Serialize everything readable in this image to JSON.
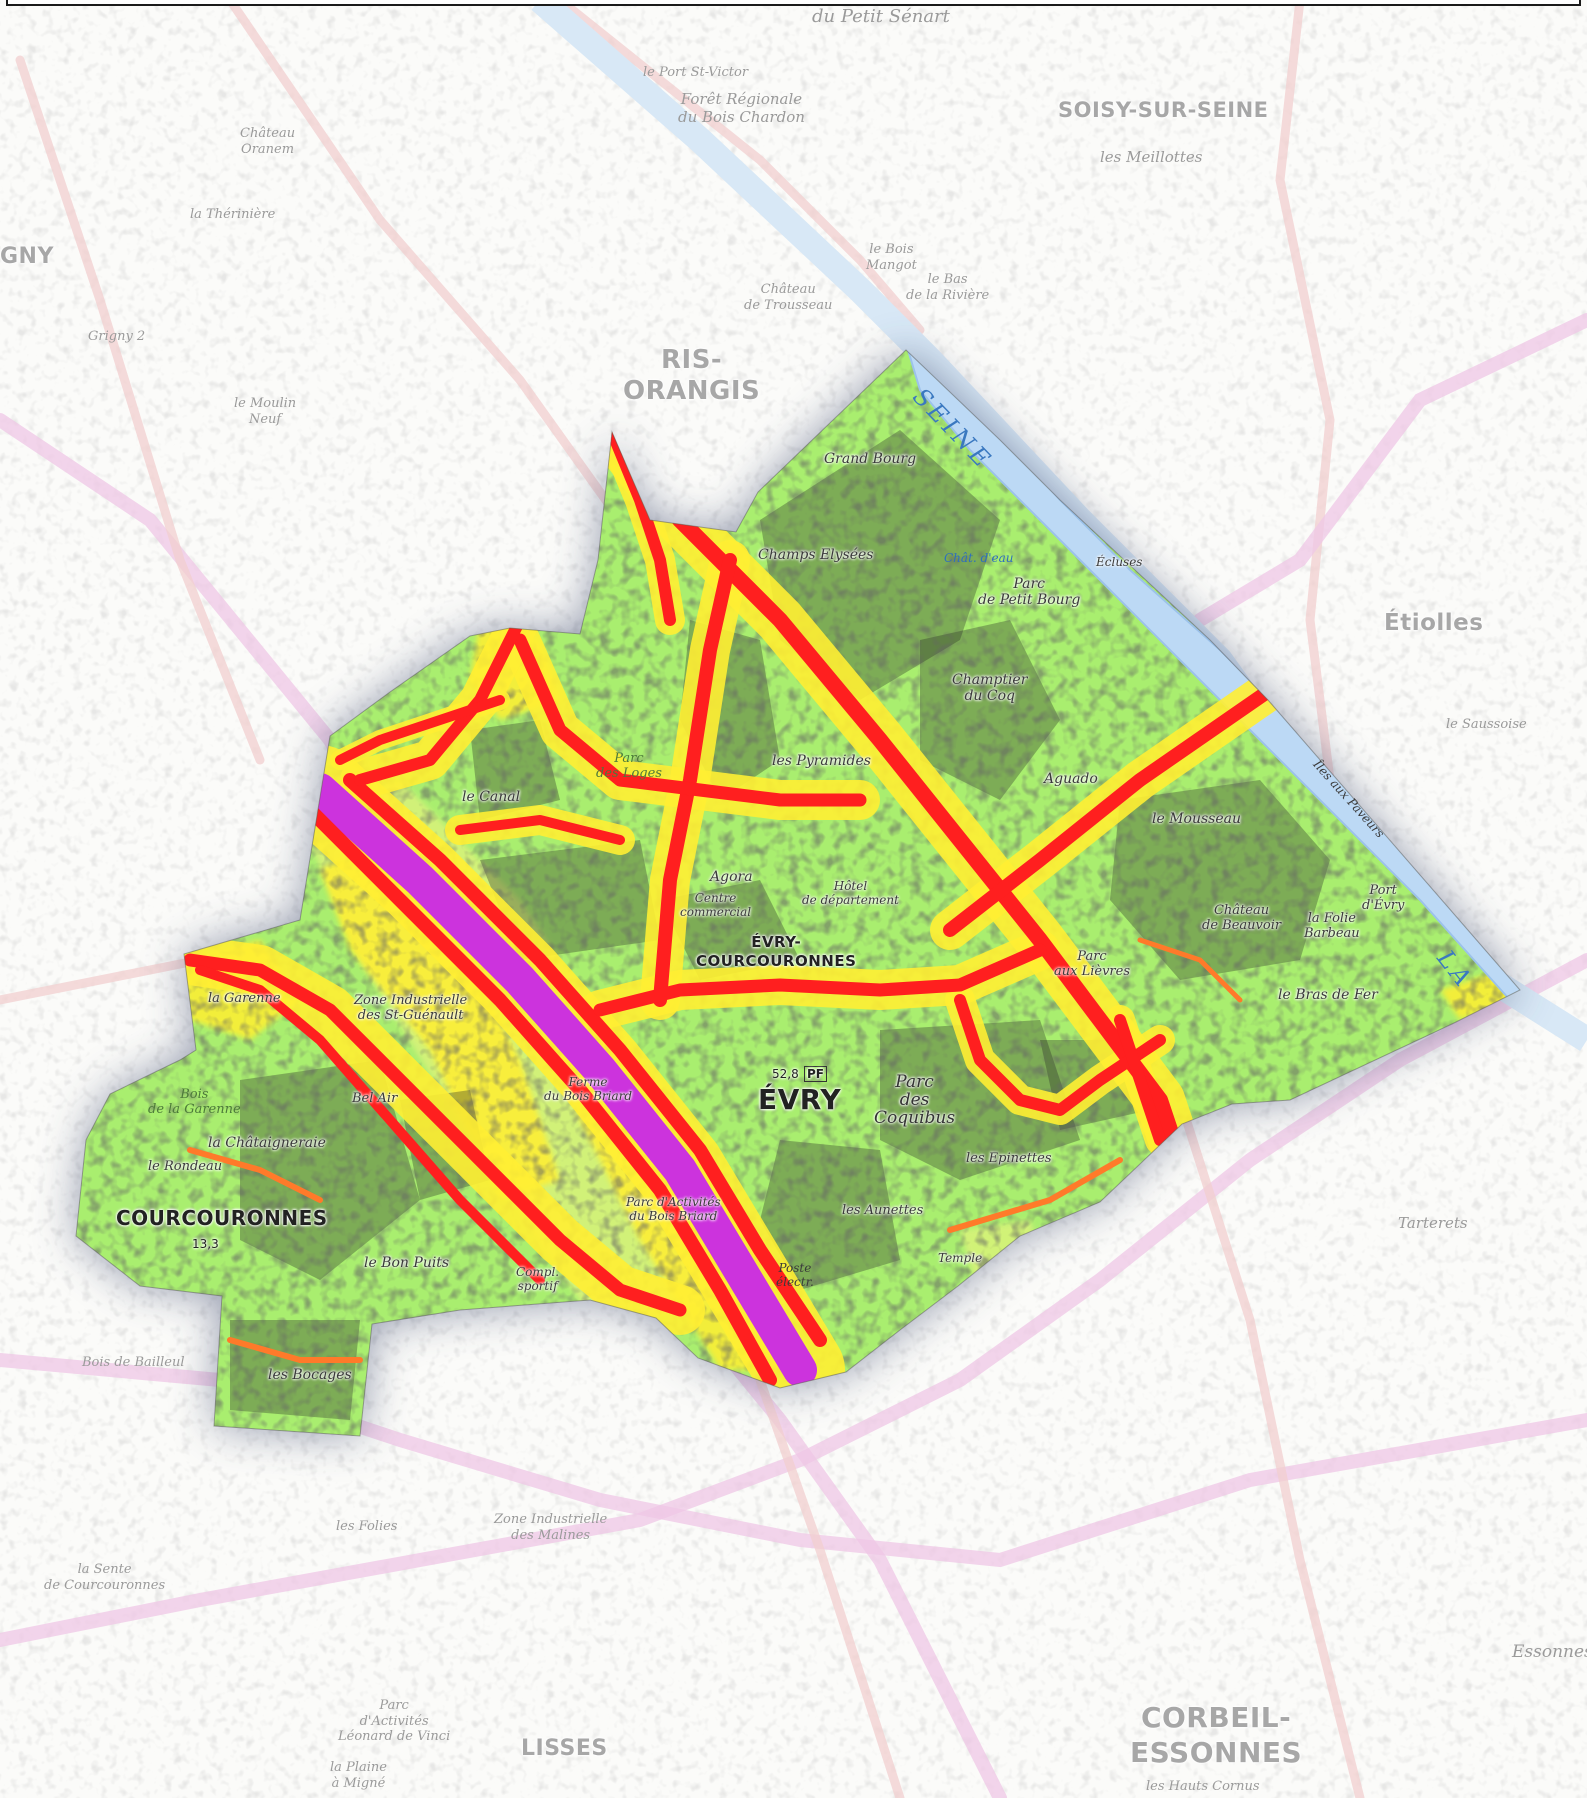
{
  "colors": {
    "background": "#fbfbf9",
    "zone_fill": "#a9ee6f",
    "zone_halo": "#3d4a6e",
    "level_low": "#d9f27a",
    "level_mid": "#ffee33",
    "level_high": "#ff1f1f",
    "level_top": "#cc33dd",
    "water": "#bcd9f5",
    "buildings": "#222222",
    "roads_faint": "#e9b9b9"
  },
  "labels": {
    "outside": [
      {
        "id": "soisy",
        "text": "SOISY-SUR-SEINE"
      },
      {
        "id": "ris",
        "text": "RIS-\nORANGIS"
      },
      {
        "id": "etiolles",
        "text": "Étiolles"
      },
      {
        "id": "lisses",
        "text": "LISSES"
      },
      {
        "id": "corbeil",
        "text": "CORBEIL-\nESSONNES"
      },
      {
        "id": "grigny",
        "text": "GNY"
      },
      {
        "id": "tarterets",
        "text": "Tarterets"
      },
      {
        "id": "petit-senart",
        "text": "du Petit Sénart"
      },
      {
        "id": "port-st-victor",
        "text": "le Port St-Victor"
      },
      {
        "id": "bois-chardon",
        "text": "Forêt Régionale\ndu Bois Chardon"
      },
      {
        "id": "meillottes",
        "text": "les Meillottes"
      },
      {
        "id": "chateau-trousseau",
        "text": "Château\nde Trousseau"
      },
      {
        "id": "bois-mangot",
        "text": "le Bois\nMangot"
      },
      {
        "id": "bas-riviere",
        "text": "le Bas\nde la Rivière"
      },
      {
        "id": "bois-bailleul",
        "text": "Bois de Bailleul"
      },
      {
        "id": "sente",
        "text": "la Sente\nde Courcouronnes"
      },
      {
        "id": "leonard",
        "text": "Parc\nd'Activités\nLéonard de Vinci"
      },
      {
        "id": "plaine-mignes",
        "text": "la Plaine\nà Migné"
      },
      {
        "id": "folies",
        "text": "les Folies"
      },
      {
        "id": "zi-malines",
        "text": "Zone Industrielle\ndes Malines"
      },
      {
        "id": "grigny2",
        "text": "Grigny 2"
      },
      {
        "id": "moulin",
        "text": "le Moulin\nNeuf"
      },
      {
        "id": "chateau-oranem",
        "text": "Château\nOranem"
      },
      {
        "id": "theriniere",
        "text": "la Thérinière"
      },
      {
        "id": "essonnes",
        "text": "Essonnes"
      },
      {
        "id": "hauts-cornus",
        "text": "les Hauts Cornus"
      },
      {
        "id": "sauldon",
        "text": "le Saussoise"
      }
    ],
    "inside": [
      {
        "id": "grand-bourg",
        "text": "Grand Bourg"
      },
      {
        "id": "champs-elysees",
        "text": "Champs Elysées"
      },
      {
        "id": "parc-petit-bourg",
        "text": "Parc\nde Petit Bourg"
      },
      {
        "id": "champtier",
        "text": "Champtier\ndu Coq"
      },
      {
        "id": "pyramides",
        "text": "les Pyramides"
      },
      {
        "id": "parc-loges",
        "text": "Parc\ndes Loges"
      },
      {
        "id": "le-canal",
        "text": "le Canal"
      },
      {
        "id": "aguado",
        "text": "Aguado"
      },
      {
        "id": "mousseau",
        "text": "le Mousseau"
      },
      {
        "id": "agora",
        "text": "Agora"
      },
      {
        "id": "centre-commercial",
        "text": "Centre\ncommercial"
      },
      {
        "id": "hotel-dept",
        "text": "Hôtel\nde département"
      },
      {
        "id": "evry-courcouronnes",
        "text": "ÉVRY-\nCOURCOURONNES"
      },
      {
        "id": "chateau-beauvoir",
        "text": "Château\nde Beauvoir"
      },
      {
        "id": "folie-barbeau",
        "text": "la Folie\nBarbeau"
      },
      {
        "id": "port-evry",
        "text": "Port\nd'Évry"
      },
      {
        "id": "parc-lievres",
        "text": "Parc\naux Lièvres"
      },
      {
        "id": "bras-de-fer",
        "text": "le Bras de Fer"
      },
      {
        "id": "zi-st-guenault",
        "text": "Zone Industrielle\ndes St-Guénault"
      },
      {
        "id": "garenne",
        "text": "la Garenne"
      },
      {
        "id": "bois-garenne",
        "text": "Bois\nde la Garenne"
      },
      {
        "id": "bel-air",
        "text": "Bel Air"
      },
      {
        "id": "chataigneraie",
        "text": "la Châtaigneraie"
      },
      {
        "id": "rondeau",
        "text": "le Rondeau"
      },
      {
        "id": "courcouronnes",
        "text": "COURCOURONNES"
      },
      {
        "id": "alt-133",
        "text": "13,3"
      },
      {
        "id": "bon-puits",
        "text": "le Bon Puits"
      },
      {
        "id": "compl-sportif",
        "text": "Compl.\nsportif"
      },
      {
        "id": "bocages",
        "text": "les Bocages"
      },
      {
        "id": "ferme-bois-briard",
        "text": "Ferme\ndu Bois Briard"
      },
      {
        "id": "parc-activ-bois-briard",
        "text": "Parc d'Activités\ndu Bois Briard"
      },
      {
        "id": "evry",
        "text": "ÉVRY"
      },
      {
        "id": "parc-coquibus",
        "text": "Parc\ndes\nCoquibus"
      },
      {
        "id": "epinettes",
        "text": "les Epinettes"
      },
      {
        "id": "aunettes",
        "text": "les Aunettes"
      },
      {
        "id": "poste-electr",
        "text": "Poste\nélectr."
      },
      {
        "id": "temple",
        "text": "Temple"
      },
      {
        "id": "seine",
        "text": "SEINE"
      },
      {
        "id": "la",
        "text": "LA"
      },
      {
        "id": "iles-paveurs",
        "text": "Îles aux Paveurs"
      },
      {
        "id": "ecluses",
        "text": "Écluses"
      },
      {
        "id": "chat-eau",
        "text": "Chât. d'eau"
      },
      {
        "id": "pf",
        "text": "PF"
      },
      {
        "id": "alt-528",
        "text": "52,8"
      }
    ]
  }
}
